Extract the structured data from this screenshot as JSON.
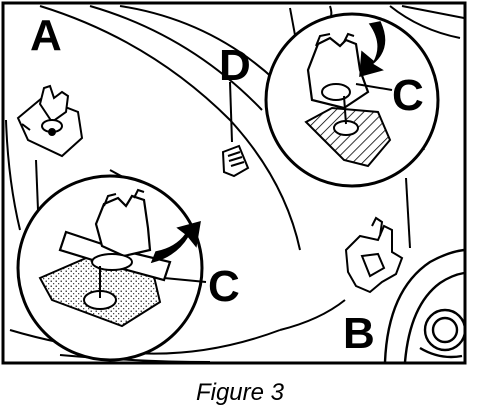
{
  "figure": {
    "caption": "Figure 3",
    "callouts": {
      "a": "A",
      "b": "B",
      "c_upper": "C",
      "c_lower": "C",
      "d": "D"
    }
  },
  "colors": {
    "ink": "#000000",
    "paper": "#ffffff"
  }
}
